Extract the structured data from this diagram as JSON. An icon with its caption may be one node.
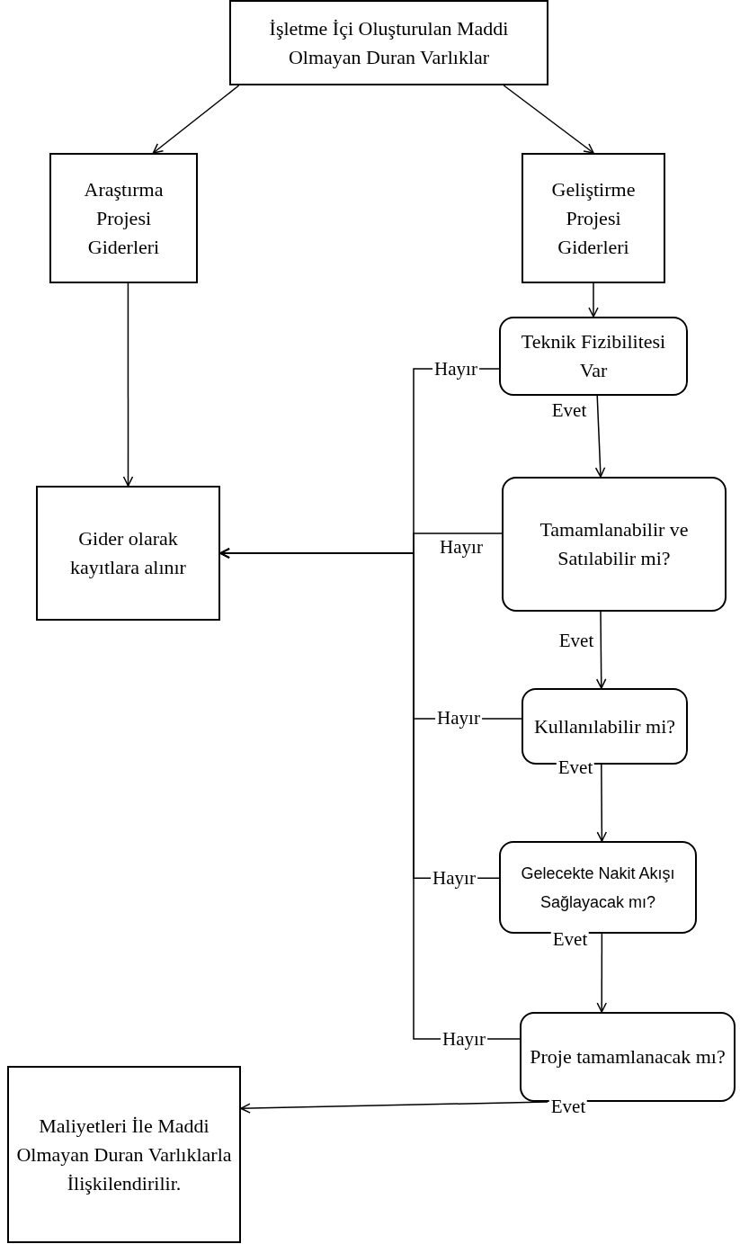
{
  "diagram": {
    "nodes": [
      {
        "text": [
          "İşletme İçi Oluşturulan Maddi Olmayan Duran Varlıklar"
        ]
      },
      {
        "text": [
          "Araştırma Projesi Giderleri"
        ]
      },
      {
        "text": [
          "Geliştirme Projesi Giderleri"
        ]
      },
      {
        "text": [
          "Teknik Fizibilitesi Var"
        ]
      },
      {
        "text": [
          "Tamamlanabilir ve Satılabilir mi?"
        ]
      },
      {
        "text": [
          "Kullanılabilir mi?"
        ]
      },
      {
        "text": [
          "Gelecekte Nakit Akışı Sağlayacak mı?"
        ]
      },
      {
        "text": [
          "Proje tamamlanacak mı?"
        ]
      },
      {
        "text": [
          "Gider olarak kayıtlara alınır"
        ]
      },
      {
        "text": [
          "Maliyetleri İle Maddi Olmayan Duran Varlıklarla İlişkilendirilir."
        ]
      }
    ],
    "edges": [
      {
        "from": 0,
        "to": 1,
        "arrow": "to"
      },
      {
        "from": 0,
        "to": 2,
        "arrow": "to"
      },
      {
        "from": 1,
        "to": 8,
        "arrow": "to"
      },
      {
        "from": 2,
        "to": 3,
        "arrow": "to"
      },
      {
        "from": 3,
        "to": 4,
        "arrow": "to",
        "label": "Evet"
      },
      {
        "from": 4,
        "to": 5,
        "arrow": "to",
        "label": "Evet"
      },
      {
        "from": 5,
        "to": 6,
        "arrow": "to",
        "label": "Evet"
      },
      {
        "from": 6,
        "to": 7,
        "arrow": "to",
        "label": "Evet"
      },
      {
        "from": 7,
        "to": 9,
        "arrow": "to",
        "label": "Evet"
      },
      {
        "from": 3,
        "to": 8,
        "arrow": "to",
        "label": "Hayır"
      },
      {
        "from": 4,
        "to": 8,
        "arrow": "to",
        "label": "Hayır"
      },
      {
        "from": 5,
        "to": 8,
        "arrow": "to",
        "label": "Hayır"
      },
      {
        "from": 6,
        "to": 8,
        "arrow": "to",
        "label": "Hayır"
      },
      {
        "from": 7,
        "to": 8,
        "arrow": "to",
        "label": "Hayır"
      }
    ]
  }
}
